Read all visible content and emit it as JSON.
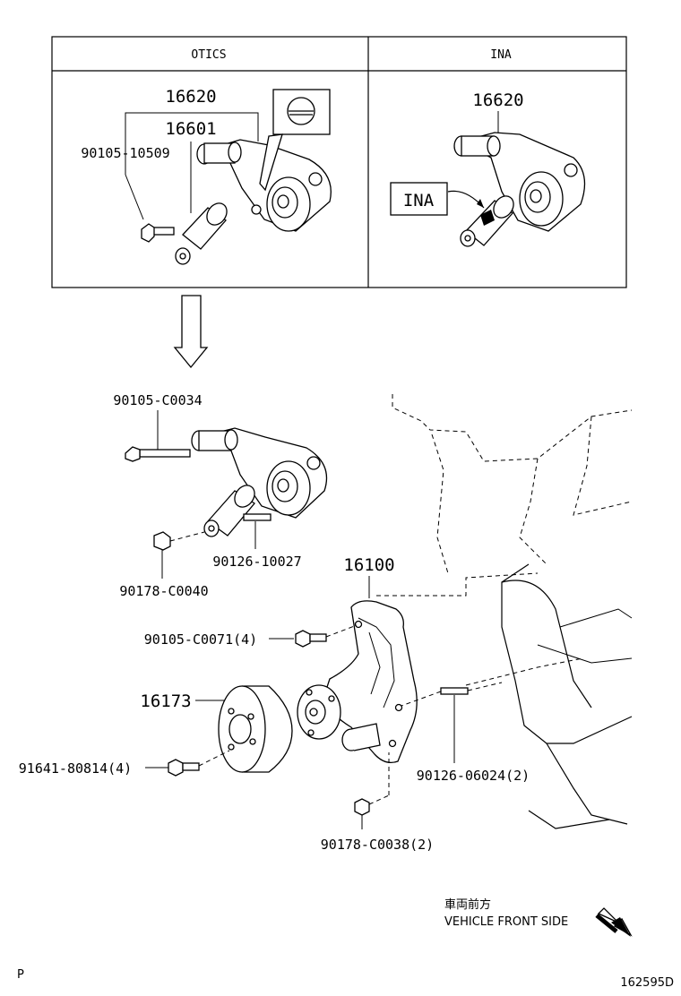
{
  "inset": {
    "headers": [
      "OTICS",
      "INA"
    ],
    "otics": {
      "assembly_number": "16620",
      "tensioner_number": "16601",
      "bolt_number": "90105-10509"
    },
    "ina": {
      "assembly_number": "16620",
      "tag": "INA"
    }
  },
  "main": {
    "labels": {
      "bolt_long": "90105-C0034",
      "stud_tensioner": "90126-10027",
      "nut_tensioner": "90178-C0040",
      "water_pump": "16100",
      "bolt_pump": "90105-C0071(4)",
      "pulley": "16173",
      "bolt_pulley": "91641-80814(4)",
      "stud_pump": "90126-06024(2)",
      "nut_pump": "90178-C0038(2)"
    }
  },
  "direction": {
    "japanese": "車両前方",
    "english": "VEHICLE FRONT SIDE"
  },
  "footer": {
    "left_mark": "P",
    "diagram_code": "162595D"
  }
}
